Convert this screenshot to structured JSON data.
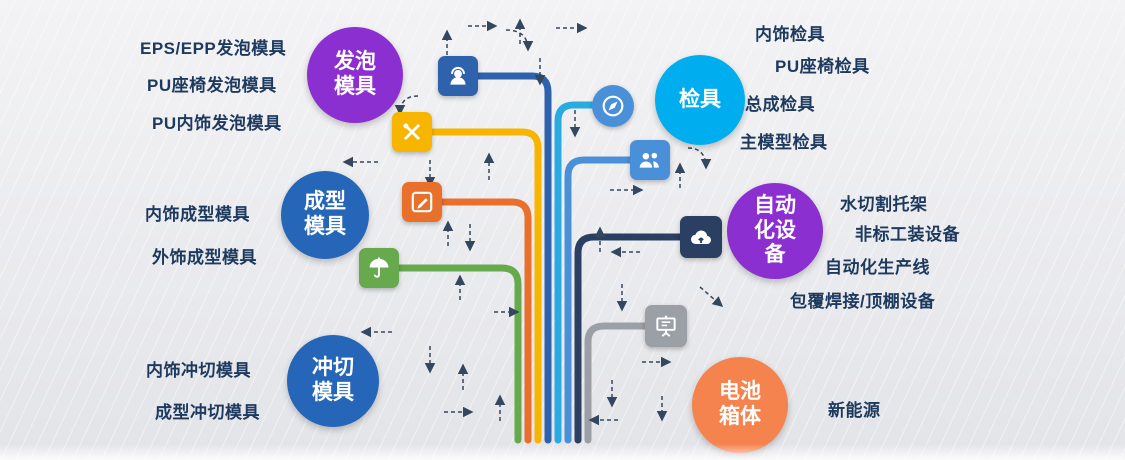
{
  "left_groups": [
    {
      "name": "foam",
      "circle": "发泡模具",
      "items": [
        "EPS/EPP发泡模具",
        "PU座椅发泡模具",
        "PU内饰发泡模具"
      ]
    },
    {
      "name": "molding",
      "circle": "成型模具",
      "items": [
        "内饰成型模具",
        "外饰成型模具"
      ]
    },
    {
      "name": "punching",
      "circle": "冲切模具",
      "items": [
        "内饰冲切模具",
        "成型冲切模具"
      ]
    }
  ],
  "right_groups": [
    {
      "name": "inspection",
      "circle": "检具",
      "items": [
        "内饰检具",
        "PU座椅检具",
        "总成检具",
        "主模型检具"
      ]
    },
    {
      "name": "automation",
      "circle": "自动化设备",
      "items": [
        "水切割托架",
        "非标工装设备",
        "自动化生产线",
        "包覆焊接/顶棚设备"
      ]
    },
    {
      "name": "battery",
      "circle": "电池箱体",
      "items": [
        "新能源"
      ]
    }
  ],
  "icons": {
    "operator": "headset-operator-icon",
    "tools": "crossed-tools-icon",
    "edit": "pencil-edit-icon",
    "umbrella": "umbrella-icon",
    "compass": "compass-icon",
    "people": "people-group-icon",
    "cloud": "cloud-upload-icon",
    "presentation": "presentation-board-icon"
  },
  "palette": {
    "purple_circle": "#8c2fd1",
    "blue_circle": "#2566b8",
    "cyan_circle": "#00aeef",
    "orange_circle": "#f5834e",
    "line_blue": "#2f62ad",
    "line_yellow": "#f7b500",
    "line_orange": "#e8702a",
    "line_green": "#67a94d",
    "line_cyan": "#29abe2",
    "line_lightblue": "#4a90d9",
    "line_navy": "#2b3f63",
    "line_gray": "#9aa0a6",
    "arrow": "#33475e",
    "label_text": "#1d3a5e"
  }
}
